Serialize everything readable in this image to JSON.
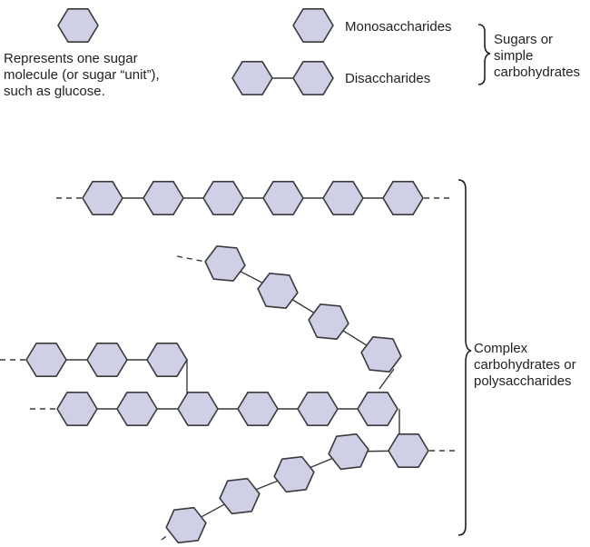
{
  "colors": {
    "hex_fill": "#cfd0e6",
    "hex_stroke": "#3a3a3c",
    "text": "#231f20",
    "background": "#ffffff"
  },
  "legend": {
    "unit_description": [
      "Represents one sugar",
      "molecule (or sugar “unit”),",
      "such as glucose."
    ],
    "monosaccharides_label": "Monosaccharides",
    "disaccharides_label": "Disaccharides",
    "simple_group_label": [
      "Sugars or",
      "simple",
      "carbohydrates"
    ]
  },
  "complex": {
    "group_label": [
      "Complex",
      "carbohydrates or",
      "polysaccharides"
    ],
    "chains": [
      {
        "name": "linear-chain",
        "units": 6,
        "open_ends": [
          "left",
          "right"
        ]
      },
      {
        "name": "upper-branch",
        "units": 4,
        "open_ends": [
          "left"
        ]
      },
      {
        "name": "left-branch",
        "units": 3,
        "open_ends": [
          "left"
        ]
      },
      {
        "name": "main-branched-chain",
        "units": 6,
        "open_ends": [
          "left"
        ]
      },
      {
        "name": "right-terminal",
        "units": 1,
        "open_ends": [
          "right"
        ]
      },
      {
        "name": "lower-branch",
        "units": 5,
        "open_ends": [
          "left"
        ]
      }
    ]
  }
}
